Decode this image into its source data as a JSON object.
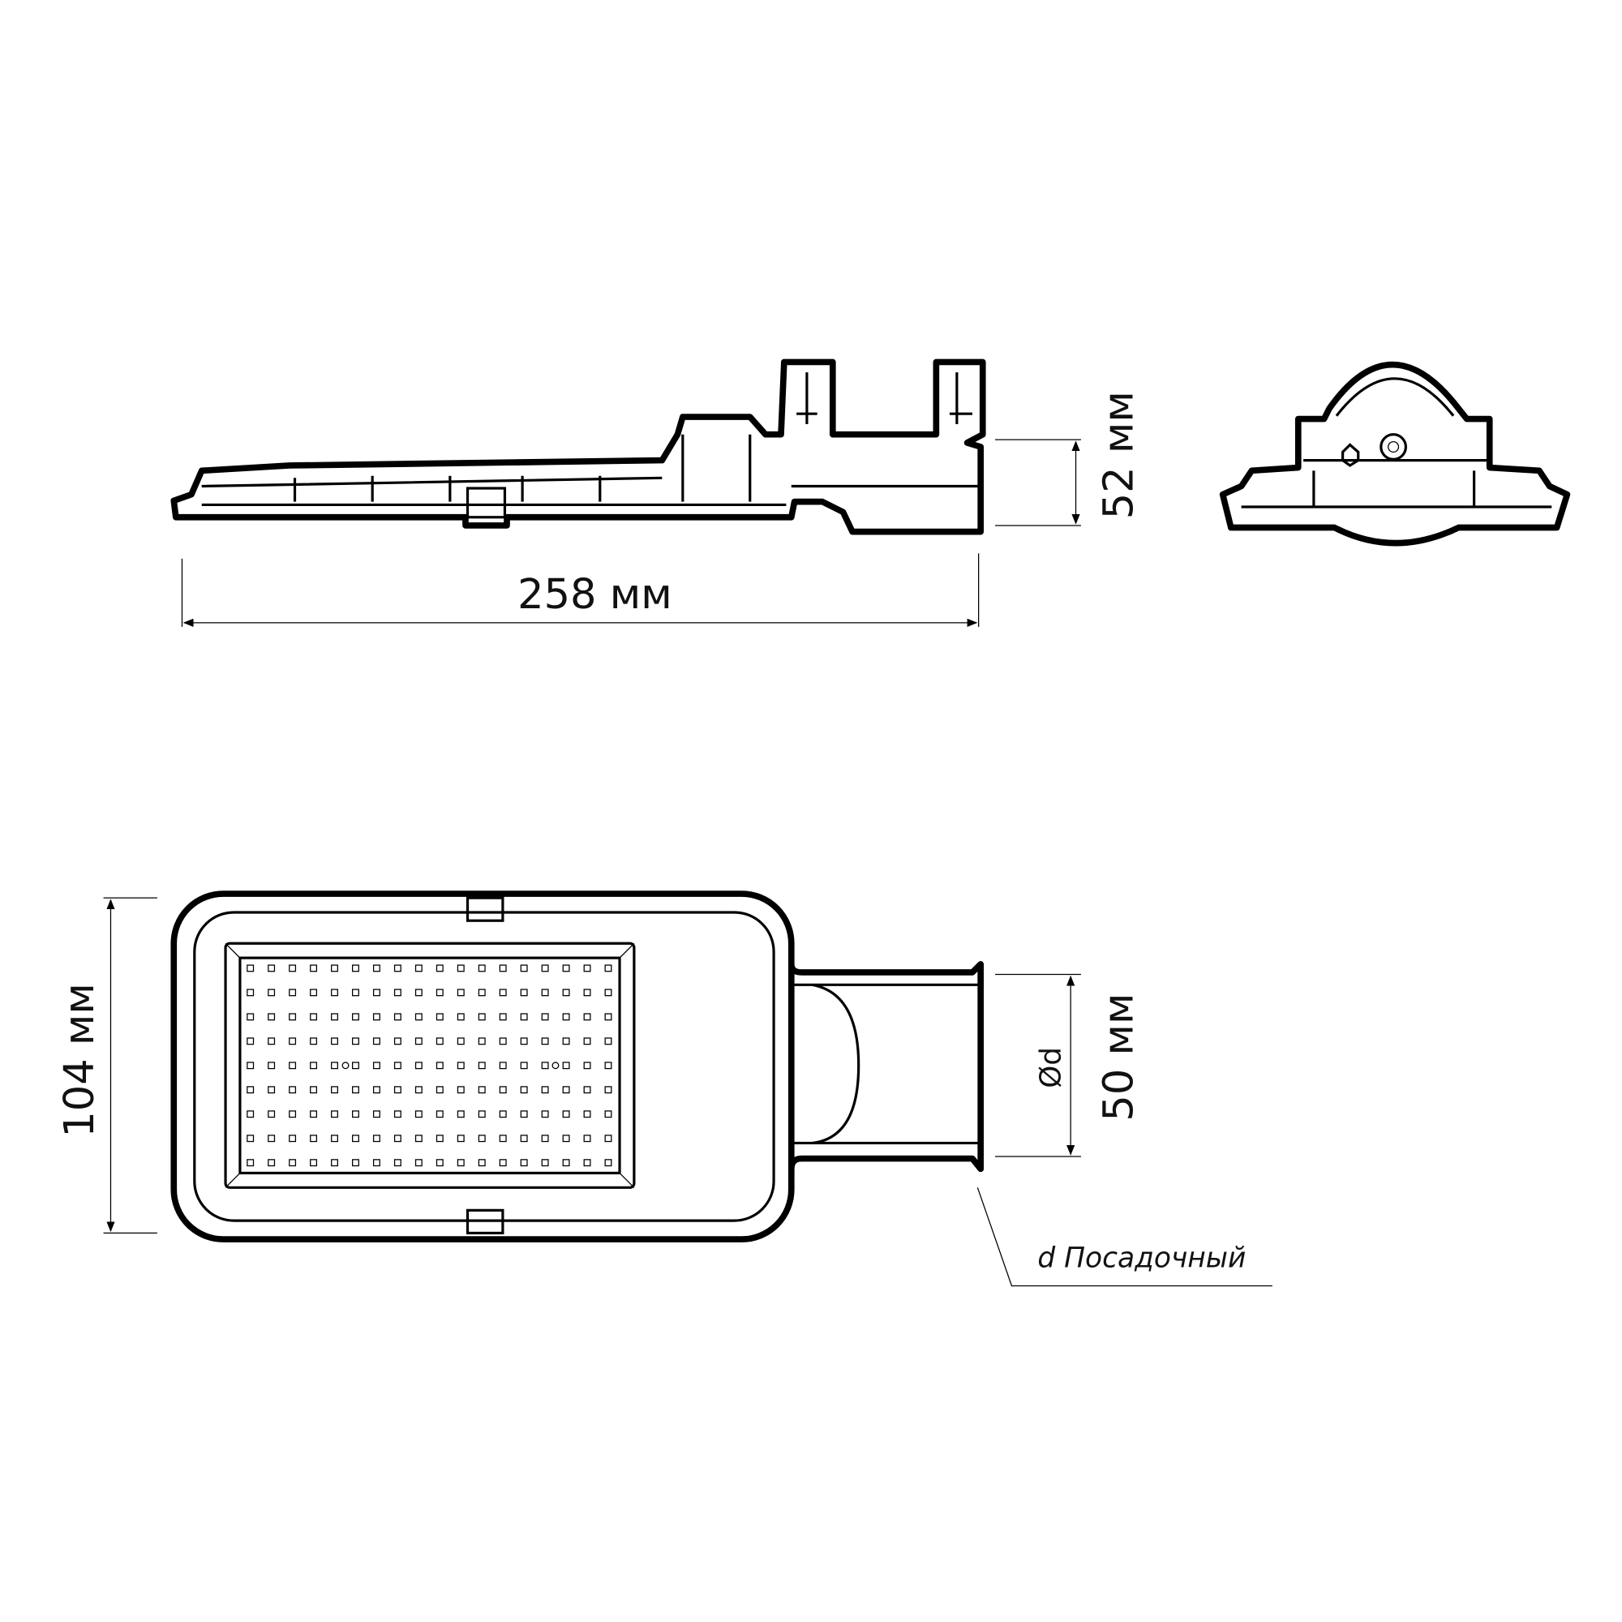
{
  "dimensions": {
    "length": "258 мм",
    "height": "52 мм",
    "width": "104 мм",
    "mount_length": "50 мм",
    "diameter_symbol": "Ød"
  },
  "note": "d Посадочный",
  "led_grid": {
    "rows": 9,
    "cols": 18
  }
}
